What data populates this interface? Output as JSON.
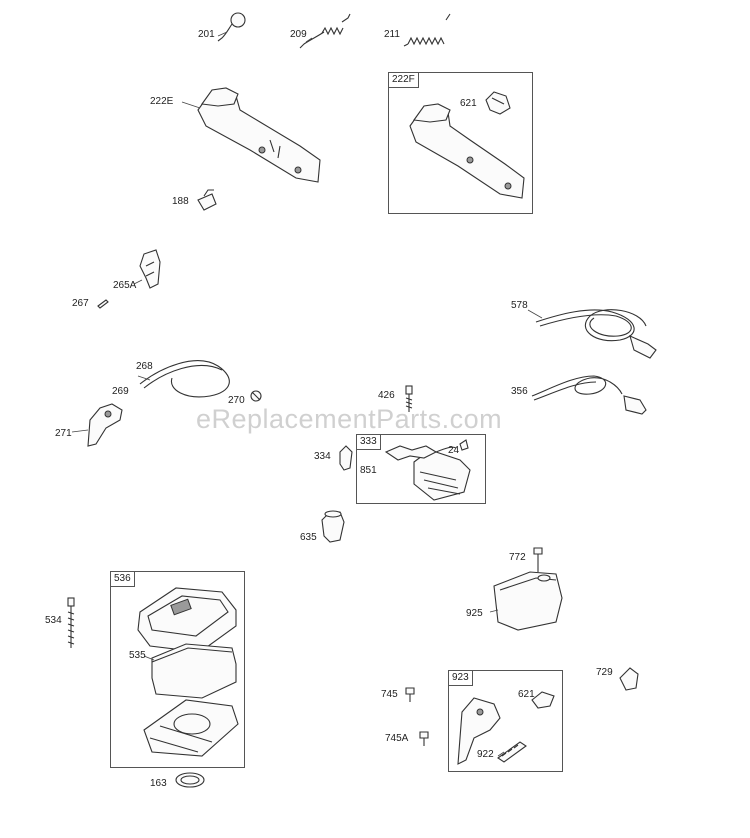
{
  "diagram": {
    "watermark": "eReplacementParts.com",
    "part_labels": {
      "p201": "201",
      "p209": "209",
      "p211": "211",
      "p222E": "222E",
      "p621a": "621",
      "p188": "188",
      "p265A": "265A",
      "p267": "267",
      "p578": "578",
      "p356": "356",
      "p268": "268",
      "p269": "269",
      "p270": "270",
      "p271": "271",
      "p426": "426",
      "p334": "334",
      "p851": "851",
      "p24": "24",
      "p635": "635",
      "p772": "772",
      "p925": "925",
      "p534": "534",
      "p535": "535",
      "p163": "163",
      "p729": "729",
      "p745": "745",
      "p745A": "745A",
      "p621b": "621",
      "p922": "922"
    },
    "group_boxes": {
      "g222F": "222F",
      "g333": "333",
      "g536": "536",
      "g923": "923"
    }
  }
}
